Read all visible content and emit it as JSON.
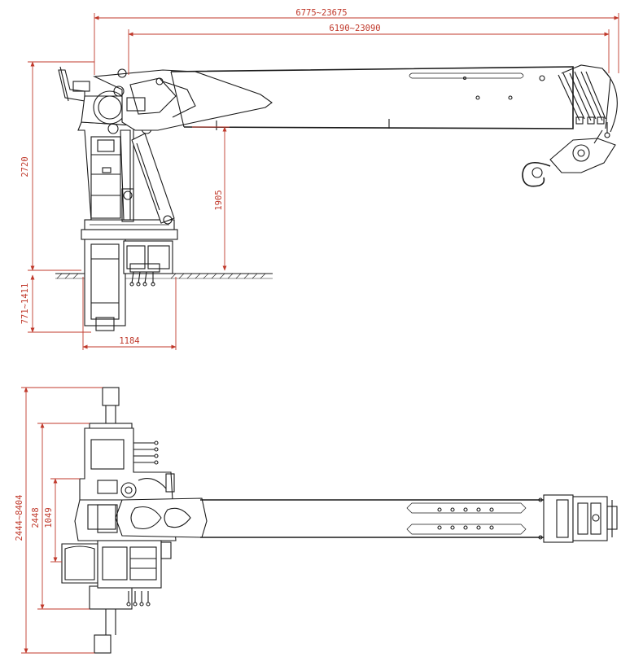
{
  "dimensions": {
    "reach_total": "6775~23675",
    "reach_boom": "6190~23090",
    "height_total": "2720",
    "height_boom": "1905",
    "below_deck": "771~1411",
    "base_width": "1184",
    "outrigger_span_max": "2444~8404",
    "outrigger_span": "2448",
    "column_width": "1049"
  },
  "colors": {
    "dimension": "#c0392b",
    "line": "#1a1a1a",
    "background": "#ffffff"
  }
}
